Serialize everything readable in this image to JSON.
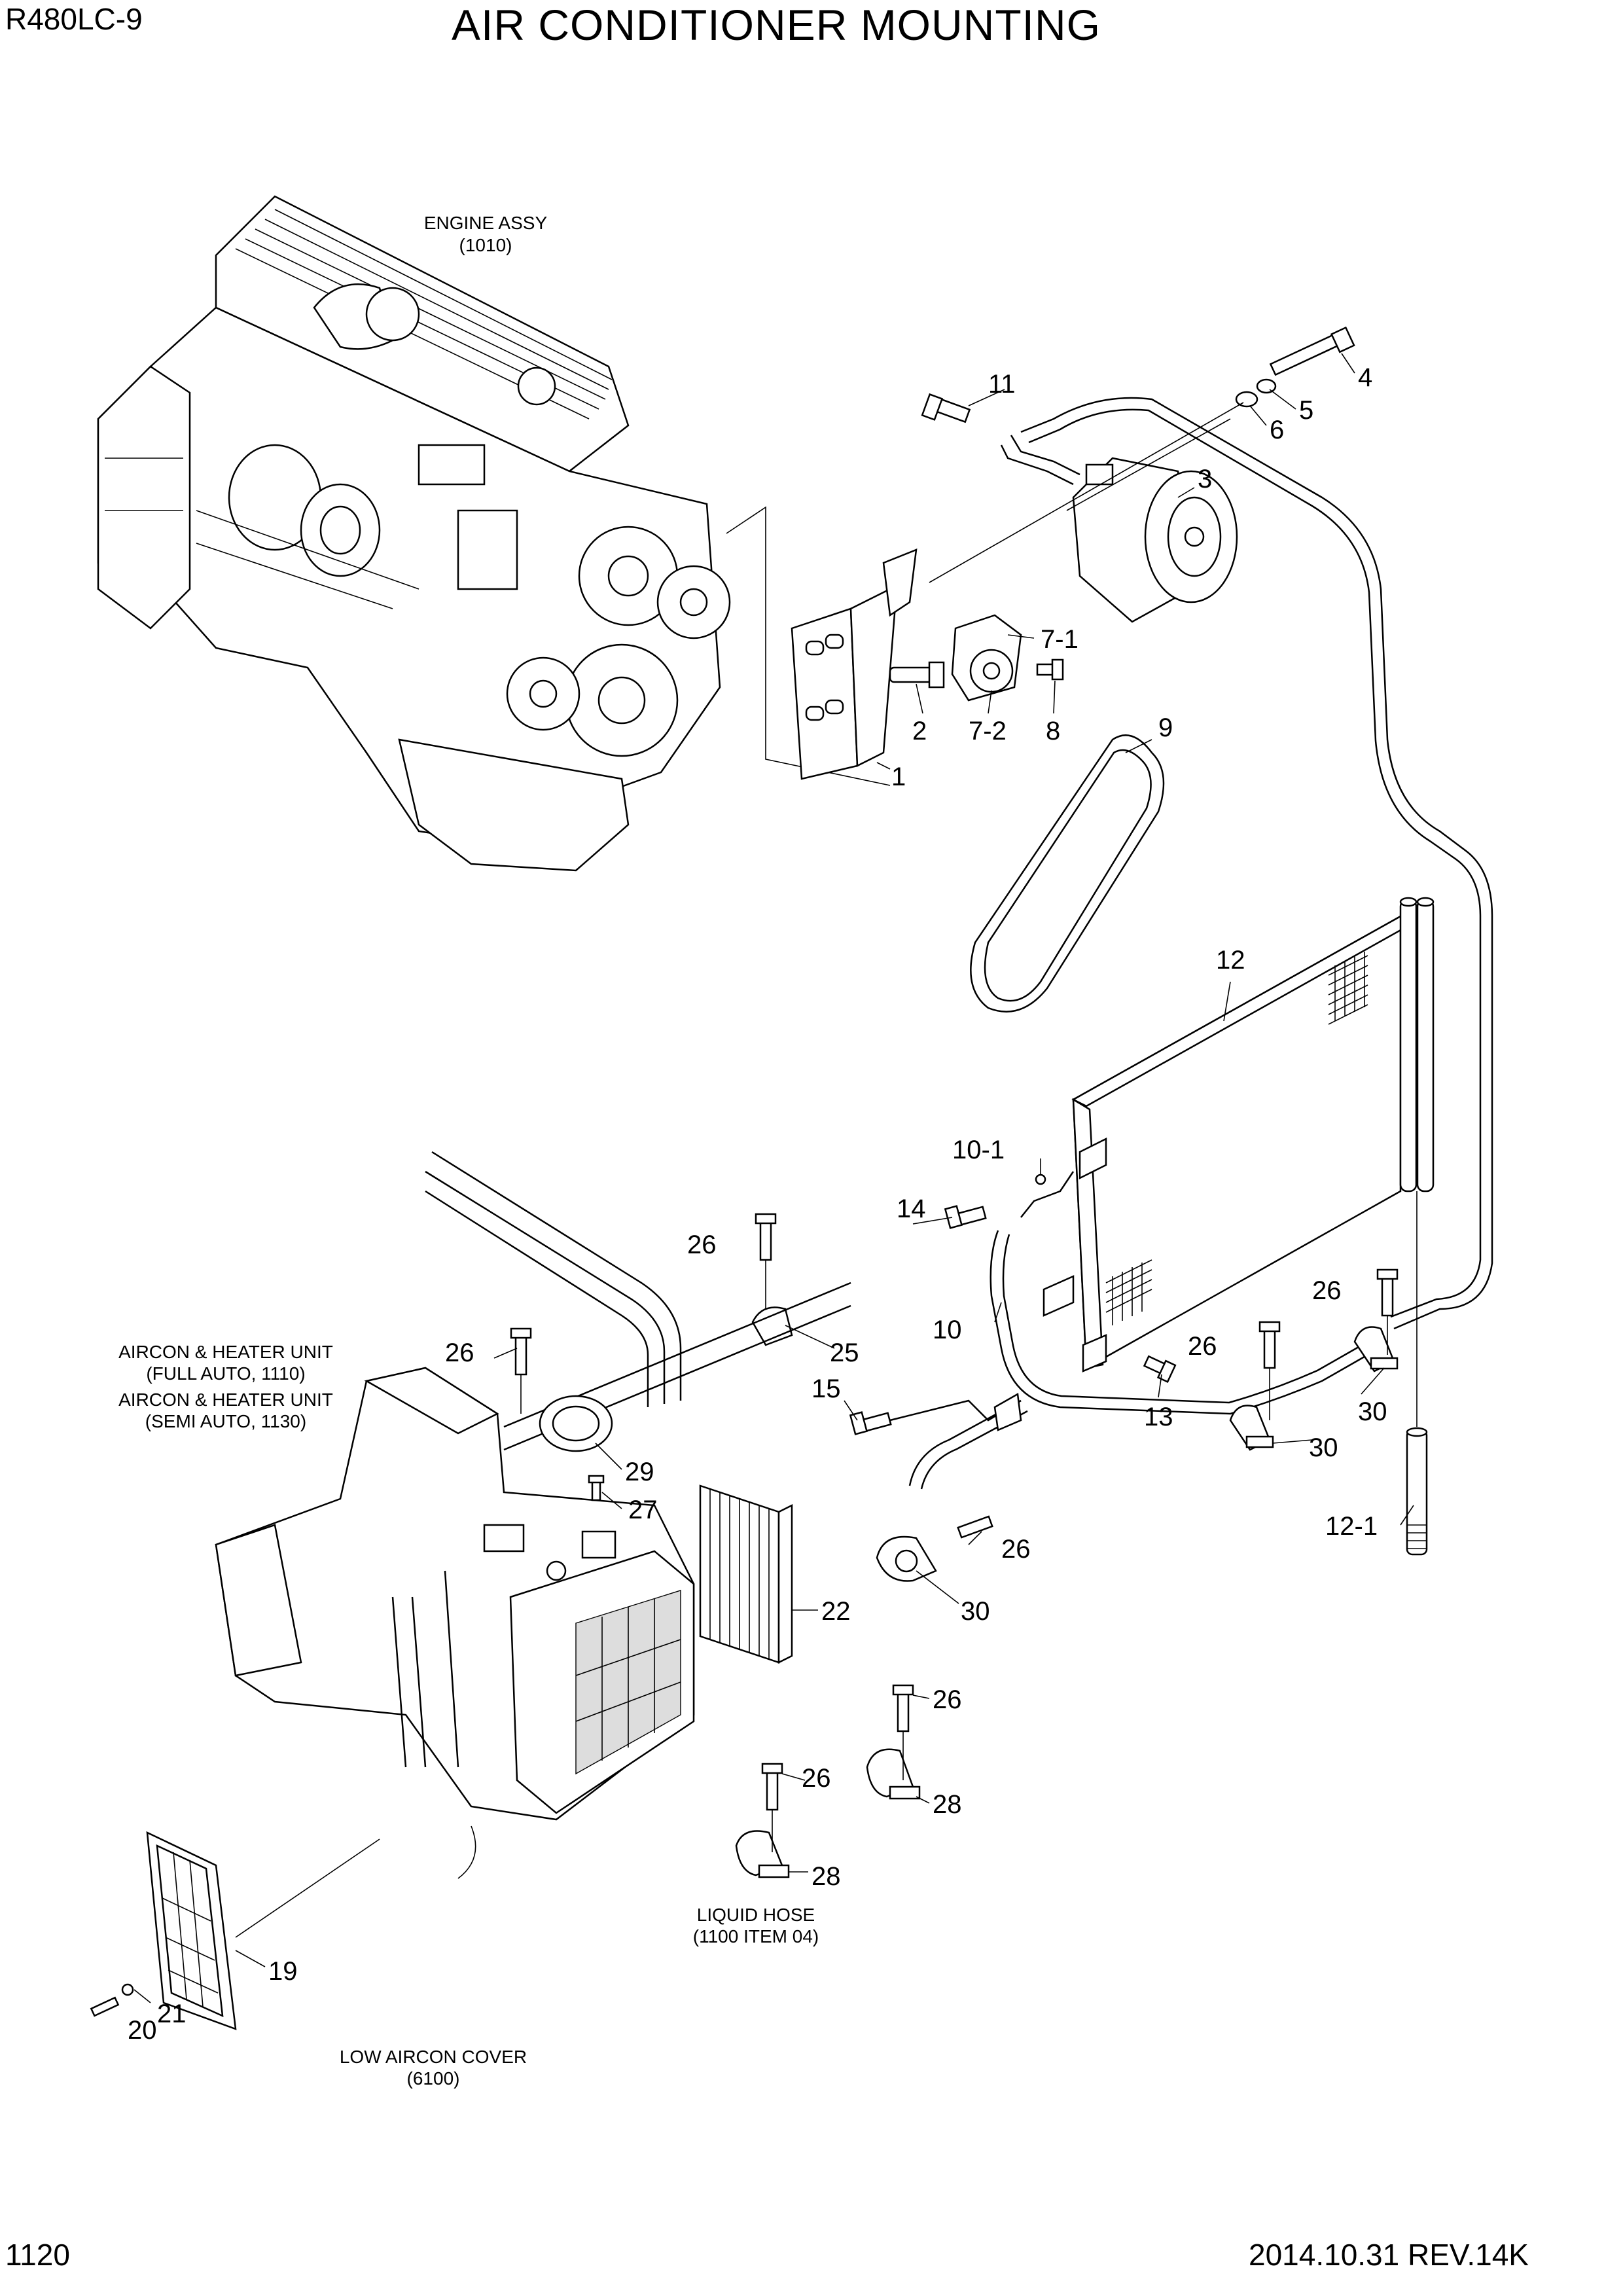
{
  "header": {
    "model": "R480LC-9",
    "title": "AIR CONDITIONER MOUNTING"
  },
  "footer": {
    "page_number": "1120",
    "revision": "2014.10.31  REV.14K"
  },
  "notes": {
    "engine": [
      "ENGINE ASSY",
      "(1010)"
    ],
    "aircon": [
      "AIRCON & HEATER UNIT",
      "(FULL AUTO, 1110)",
      "AIRCON & HEATER UNIT",
      "(SEMI AUTO, 1130)"
    ],
    "liquid_hose": [
      "LIQUID HOSE",
      "(1100 ITEM 04)"
    ],
    "low_cover": [
      "LOW AIRCON COVER",
      "(6100)"
    ]
  },
  "callouts": {
    "c1": "1",
    "c2": "2",
    "c3": "3",
    "c4": "4",
    "c5": "5",
    "c6": "6",
    "c7_1": "7-1",
    "c7_2": "7-2",
    "c8": "8",
    "c9": "9",
    "c10": "10",
    "c10_1": "10-1",
    "c11": "11",
    "c12": "12",
    "c12_1": "12-1",
    "c13": "13",
    "c14": "14",
    "c15": "15",
    "c19": "19",
    "c20": "20",
    "c21": "21",
    "c22": "22",
    "c25": "25",
    "c26_a": "26",
    "c26_b": "26",
    "c26_c": "26",
    "c26_d": "26",
    "c26_e": "26",
    "c26_f": "26",
    "c26_g": "26",
    "c27": "27",
    "c28_a": "28",
    "c28_b": "28",
    "c29": "29",
    "c30_a": "30",
    "c30_b": "30",
    "c30_c": "30"
  }
}
